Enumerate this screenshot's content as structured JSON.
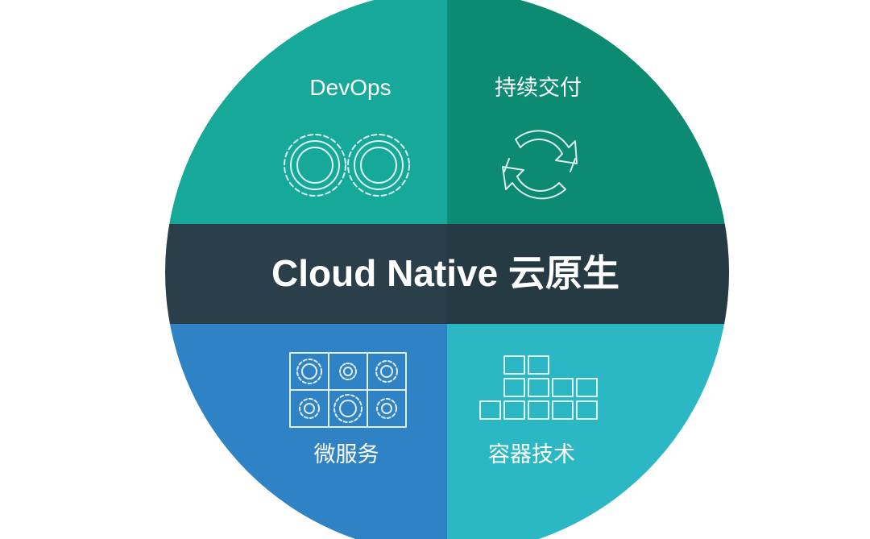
{
  "diagram": {
    "center_label": "Cloud Native 云原生",
    "quadrants": [
      {
        "id": "devops",
        "label": "DevOps",
        "icon": "gears-icon",
        "color": "#16a99a"
      },
      {
        "id": "continuous-delivery",
        "label": "持续交付",
        "icon": "cycle-arrows-icon",
        "color": "#0d8a72"
      },
      {
        "id": "microservices",
        "label": "微服务",
        "icon": "gear-grid-icon",
        "color": "#2f83c4"
      },
      {
        "id": "containers",
        "label": "容器技术",
        "icon": "stacked-boxes-icon",
        "color": "#2bb8c4"
      }
    ],
    "band_color": "#2a3f49"
  }
}
